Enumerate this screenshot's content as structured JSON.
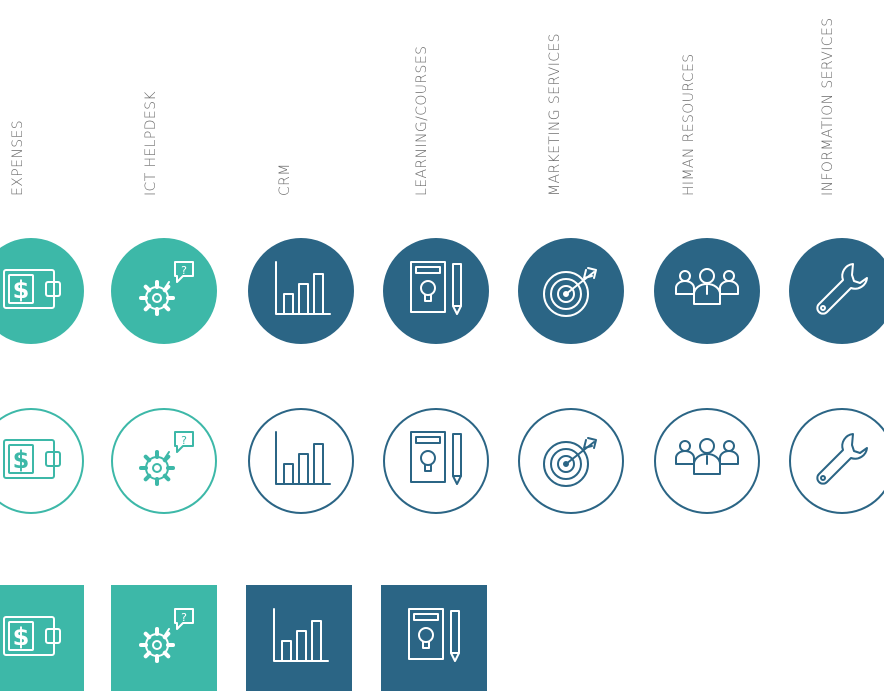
{
  "colors": {
    "teal": "#3db8a8",
    "navy": "#2b6585",
    "white": "#ffffff"
  },
  "labels": [
    {
      "text": "EXPENSES"
    },
    {
      "text": "ICT HELPDESK"
    },
    {
      "text": "CRM"
    },
    {
      "text": "LEARNING/COURSES"
    },
    {
      "text": "MARKETING SERVICES"
    },
    {
      "text": "HIMAN RESOURCES"
    },
    {
      "text": "INFORMATION SERVICES"
    }
  ],
  "icons": [
    {
      "icon": "wallet-dollar-icon",
      "color": "teal"
    },
    {
      "icon": "gear-question-icon",
      "color": "teal"
    },
    {
      "icon": "bar-chart-icon",
      "color": "navy"
    },
    {
      "icon": "idea-notebook-icon",
      "color": "navy"
    },
    {
      "icon": "target-arrow-icon",
      "color": "navy"
    },
    {
      "icon": "team-people-icon",
      "color": "navy"
    },
    {
      "icon": "wrench-icon",
      "color": "navy"
    }
  ],
  "question_mark": "?",
  "dollar_sign": "$",
  "square_row_count": 4
}
